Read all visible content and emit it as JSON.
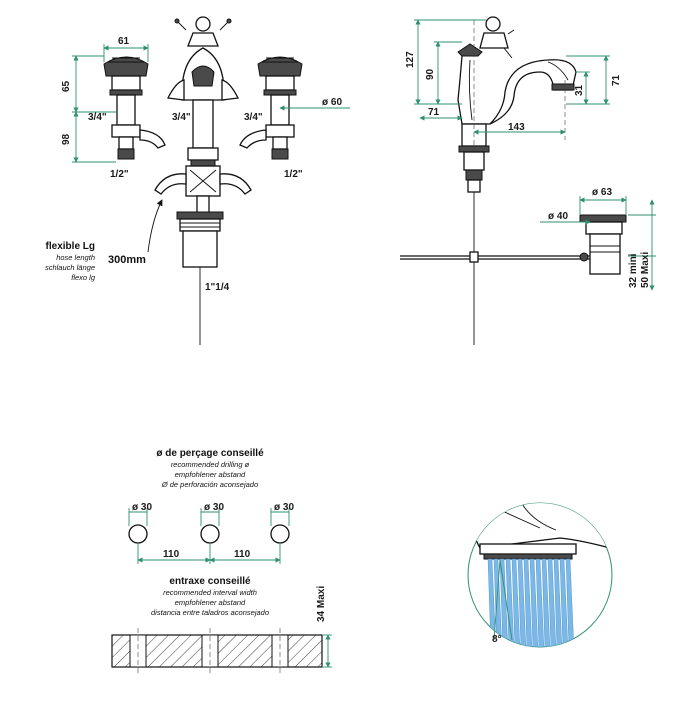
{
  "front": {
    "dim_top_width": "61",
    "dim_handle_height": "65",
    "dim_body_height": "98",
    "thread_left": "3/4\"",
    "thread_center": "3/4\"",
    "thread_right": "3/4\"",
    "dim_diameter": "ø 60",
    "inlet_left": "1/2\"",
    "inlet_right": "1/2\"",
    "hose_length": "300mm",
    "waste_thread": "1\"1/4"
  },
  "hose": {
    "title": "flexible Lg",
    "lines": [
      "hose length",
      "schlauch länge",
      "flexo lg"
    ]
  },
  "side": {
    "dim_total_height": "127",
    "dim_spout_height": "90",
    "dim_outlet_height": "71",
    "dim_aerator": "31",
    "dim_offset": "71",
    "dim_reach": "143",
    "dim_waste_top": "ø 63",
    "dim_waste_inner": "ø 40",
    "dim_deck_min": "32 mini",
    "dim_deck_max": "50 Maxi"
  },
  "drilling": {
    "title": "ø de perçage conseillé",
    "lines": [
      "recommended drilling ø",
      "empfohlener abstand",
      "Ø de perforación aconsejado"
    ],
    "hole_dia": "ø 30",
    "spacing": "110"
  },
  "interval": {
    "title": "entraxe conseillé",
    "lines": [
      "recommended interval width",
      "empfohlener abstand",
      "distancia entre taladros aconsejado"
    ],
    "max_thickness": "34 Maxi"
  },
  "detail": {
    "angle": "8°"
  },
  "colors": {
    "dimension_line": "#2e8f73",
    "spray": "#7ab8e8"
  }
}
